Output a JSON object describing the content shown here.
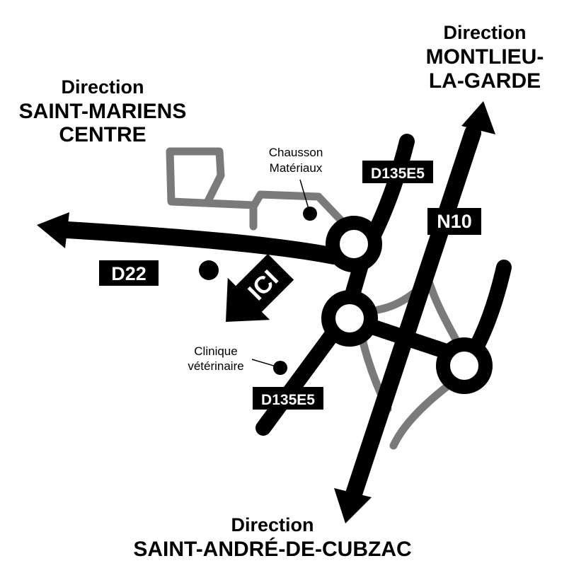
{
  "directions": {
    "northwest": {
      "prefix": "Direction",
      "lines": [
        "SAINT-MARIENS",
        "CENTRE"
      ]
    },
    "northeast": {
      "prefix": "Direction",
      "lines": [
        "MONTLIEU-",
        "LA-GARDE"
      ]
    },
    "south": {
      "prefix": "Direction",
      "lines": [
        "SAINT-ANDRÉ-DE-CUBZAC"
      ]
    }
  },
  "road_labels": {
    "d22": "D22",
    "n10": "N10",
    "d135e5_north": "D135E5",
    "d135e5_south": "D135E5"
  },
  "points_of_interest": {
    "chausson": [
      "Chausson",
      "Matériaux"
    ],
    "clinique": [
      "Clinique",
      "vétérinaire"
    ]
  },
  "here_marker": "ICI",
  "colors": {
    "road": "#000000",
    "minor_road": "#7a7a7a",
    "label_text": "#ffffff",
    "background": "#ffffff"
  }
}
